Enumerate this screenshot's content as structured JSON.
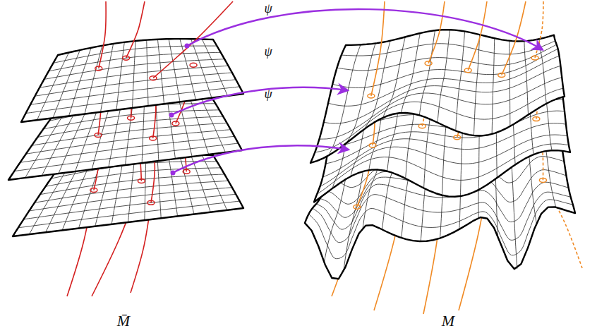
{
  "diagram": {
    "labels": [
      "ψ",
      "ψ",
      "ψ",
      "M̄",
      "M"
    ]
  }
}
